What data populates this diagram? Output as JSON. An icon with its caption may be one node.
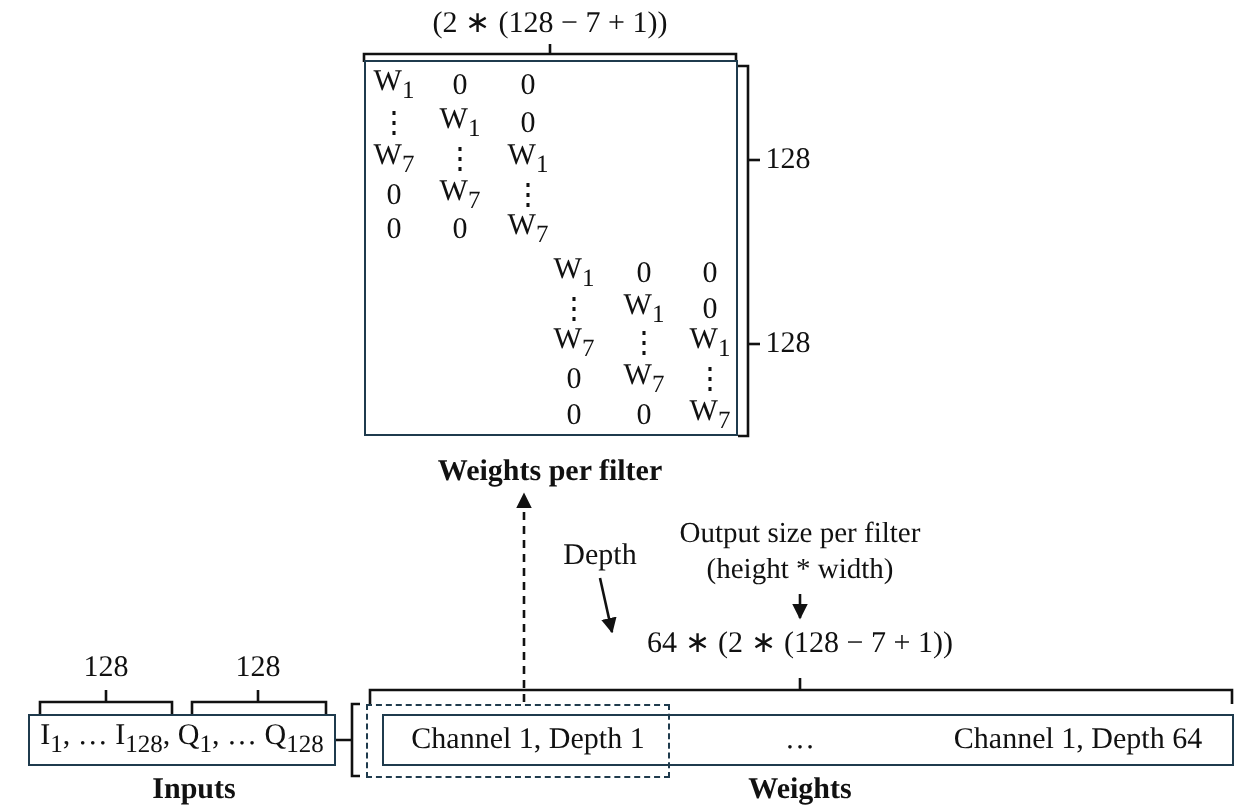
{
  "diagram": {
    "nodes": [
      {
        "text": [
          "Weights per filter"
        ]
      },
      {
        "text": [
          "I$_{1}$, … I$_{128}$, Q$_{1}$, … Q$_{128}$",
          "Inputs"
        ]
      },
      {
        "text": [
          "…",
          "Channel 1, Depth 64",
          "Weights"
        ]
      },
      {
        "text": [
          "Channel 1, Depth 1"
        ]
      },
      {
        "text": [
          "Depth"
        ]
      },
      {
        "text": [
          "64 ∗ (2 ∗ (128 − 7 + 1))"
        ]
      },
      {
        "text": [
          "Output size per filter (height * width)"
        ]
      }
    ],
    "edges": [
      {
        "from": 3,
        "to": 0,
        "arrow": "to",
        "style": "dashed"
      },
      {
        "from": 4,
        "to": 5,
        "arrow": "to"
      },
      {
        "from": 6,
        "to": 5,
        "arrow": "to"
      }
    ],
    "labels": [
      "(2 ∗ (128 − 7 + 1))",
      "W$_{1}$",
      "0",
      "0",
      "⋮",
      "W$_{1}$",
      "0",
      "W$_{7}$",
      "⋮",
      "W$_{1}$",
      "0",
      "W$_{7}$",
      "⋮",
      "0",
      "0",
      "W$_{7}$",
      "W$_{1}$",
      "0",
      "0",
      "⋮",
      "W$_{1}$",
      "0",
      "W$_{7}$",
      "⋮",
      "W$_{1}$",
      "0",
      "W$_{7}$",
      "⋮",
      "0",
      "0",
      "W$_{7}$",
      "128",
      "128",
      "128",
      "128"
    ]
  }
}
